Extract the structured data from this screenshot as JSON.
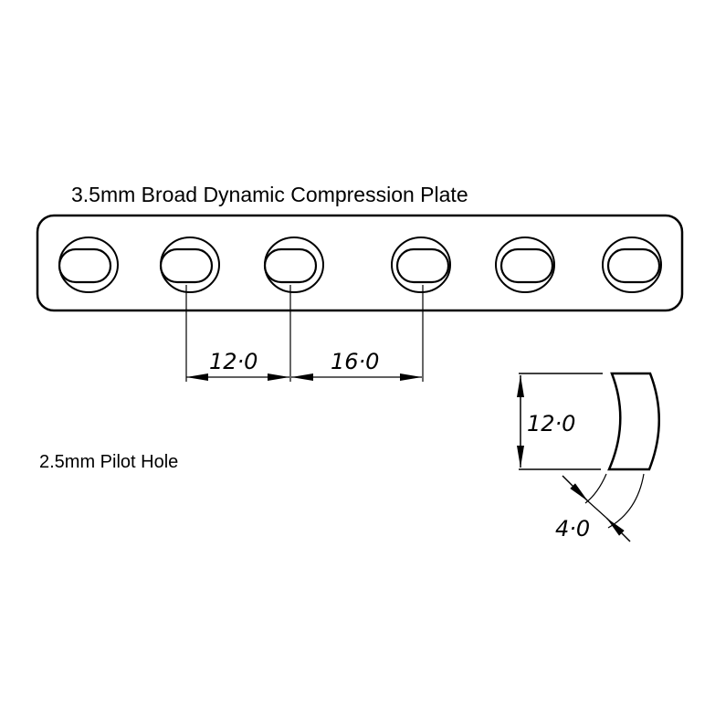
{
  "title": "3.5mm Broad Dynamic Compression Plate",
  "pilot_hole_label": "2.5mm Pilot Hole",
  "hole_spacing": {
    "short": "12·0",
    "long": "16·0"
  },
  "cross_section": {
    "width": "12·0",
    "thickness": "4·0"
  },
  "hole_count": 6,
  "line_color": "#000000"
}
